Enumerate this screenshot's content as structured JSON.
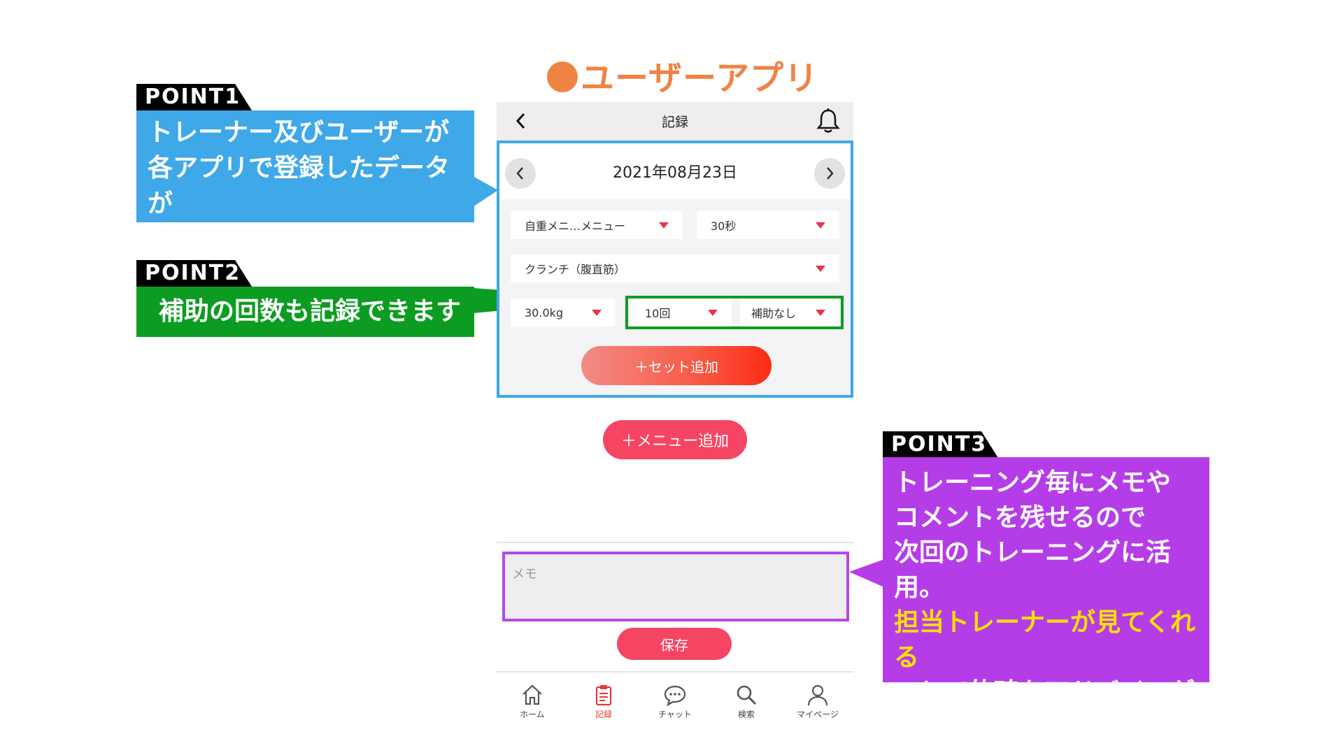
{
  "headline": "ユーザーアプリ",
  "points": [
    {
      "tag": "POINT1",
      "text": "トレーナー及びユーザーが\n各アプリで登録したデータが\n相互に反映！",
      "color": "#3ea8e8"
    },
    {
      "tag": "POINT2",
      "text": "補助の回数も記録できます",
      "color": "#0d9c22"
    },
    {
      "tag": "POINT3",
      "text_before": "トレーニング毎にメモや\nコメントを残せるので\n次回のトレーニングに活用。\n",
      "text_highlight": "担当トレーナーが見てくれる",
      "text_after": "\nことで的確なアドバイスが\nもらえます。",
      "color": "#b53de8",
      "highlight_color": "#ffe100"
    }
  ],
  "app": {
    "title": "記録",
    "date": "2021年08月23日",
    "menu_select": "自重メニ…メニュー",
    "time_select": "30秒",
    "exercise_select": "クランチ（腹直筋）",
    "weight_select": "30.0kg",
    "reps_select": "10回",
    "assist_select": "補助なし",
    "add_set": "＋セット追加",
    "add_menu": "＋メニュー追加",
    "memo_placeholder": "メモ",
    "save": "保存",
    "tabs": [
      {
        "label": "ホーム",
        "icon": "home-icon"
      },
      {
        "label": "記録",
        "icon": "clipboard-icon"
      },
      {
        "label": "チャット",
        "icon": "chat-icon"
      },
      {
        "label": "検索",
        "icon": "search-icon"
      },
      {
        "label": "マイページ",
        "icon": "user-icon"
      }
    ],
    "accent_color": "#f64563"
  }
}
